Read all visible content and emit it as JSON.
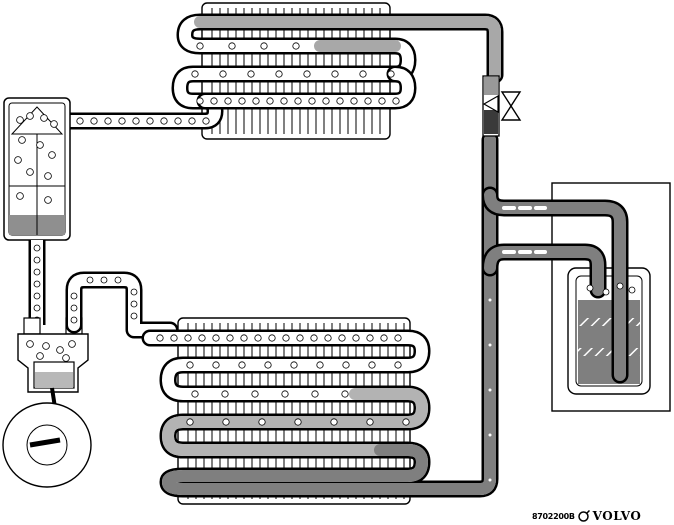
{
  "caption": {
    "part_number": "8702200B",
    "brand": "VOLVO"
  },
  "colors": {
    "gas_low": "#ffffff",
    "refrigerant_mid": "#b3b3b3",
    "refrigerant_dark": "#7f7f7f",
    "outline": "#000000"
  },
  "components": [
    {
      "id": "compressor",
      "icon": "compressor-with-piston-and-crankcase-icon"
    },
    {
      "id": "condenser",
      "icon": "finned-serpentine-coil-icon"
    },
    {
      "id": "receiver_drier",
      "icon": "receiver-drier-icon"
    },
    {
      "id": "expansion_valve",
      "icon": "expansion-valve-icon"
    },
    {
      "id": "evaporator",
      "icon": "finned-serpentine-coil-icon"
    },
    {
      "id": "accumulator",
      "icon": "accumulator-in-housing-icon"
    }
  ]
}
